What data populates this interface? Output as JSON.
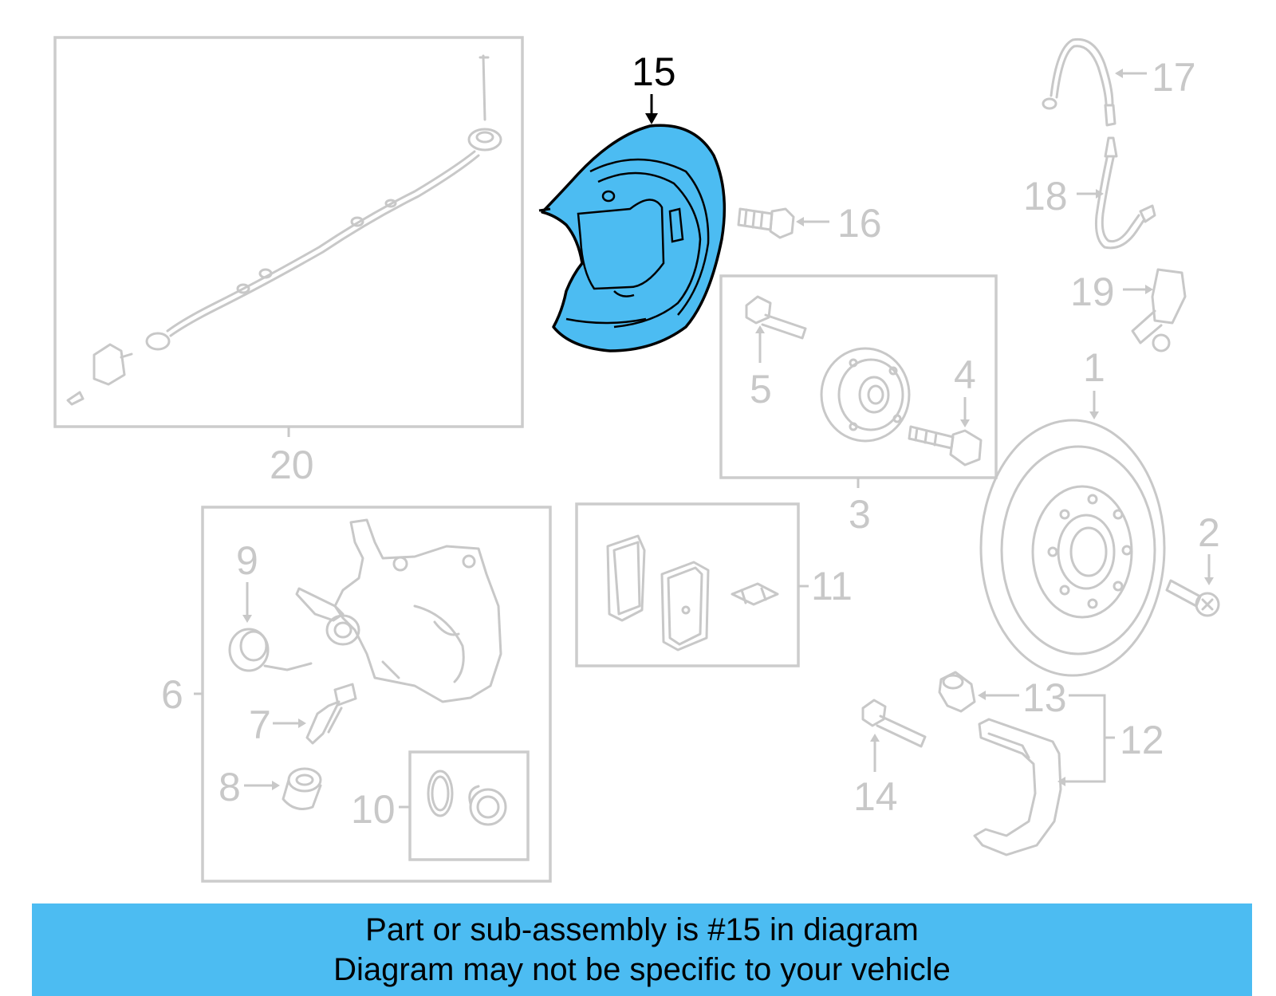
{
  "highlight": {
    "part_number": "15",
    "fill_color": "#4cbcf2",
    "outline_color": "#000000"
  },
  "callouts": [
    "1",
    "2",
    "3",
    "4",
    "5",
    "6",
    "7",
    "8",
    "9",
    "10",
    "11",
    "12",
    "13",
    "14",
    "15",
    "16",
    "17",
    "18",
    "19",
    "20"
  ],
  "parts": [
    {
      "number": "1",
      "icon": "brake-rotor-icon"
    },
    {
      "number": "2",
      "icon": "screw-icon"
    },
    {
      "number": "3",
      "icon": "hub-assembly-box"
    },
    {
      "number": "4",
      "icon": "hub-bolt-icon"
    },
    {
      "number": "5",
      "icon": "stud-icon"
    },
    {
      "number": "6",
      "icon": "caliper-assembly-box"
    },
    {
      "number": "7",
      "icon": "bleeder-icon"
    },
    {
      "number": "8",
      "icon": "bushing-icon"
    },
    {
      "number": "9",
      "icon": "spring-clip-icon"
    },
    {
      "number": "10",
      "icon": "seal-kit-box"
    },
    {
      "number": "11",
      "icon": "brake-pads-box"
    },
    {
      "number": "12",
      "icon": "caliper-bracket-icon"
    },
    {
      "number": "13",
      "icon": "boot-icon"
    },
    {
      "number": "14",
      "icon": "guide-bolt-icon"
    },
    {
      "number": "15",
      "icon": "backing-plate-icon"
    },
    {
      "number": "16",
      "icon": "bolt-icon"
    },
    {
      "number": "17",
      "icon": "brake-hose-icon"
    },
    {
      "number": "18",
      "icon": "brake-hose-icon"
    },
    {
      "number": "19",
      "icon": "abs-sensor-icon"
    },
    {
      "number": "20",
      "icon": "sensor-cable-box"
    }
  ],
  "banner": {
    "line1": "Part or sub-assembly is #15 in diagram",
    "line2": "Diagram may not be specific to your vehicle",
    "color": "#4cbcf2"
  }
}
